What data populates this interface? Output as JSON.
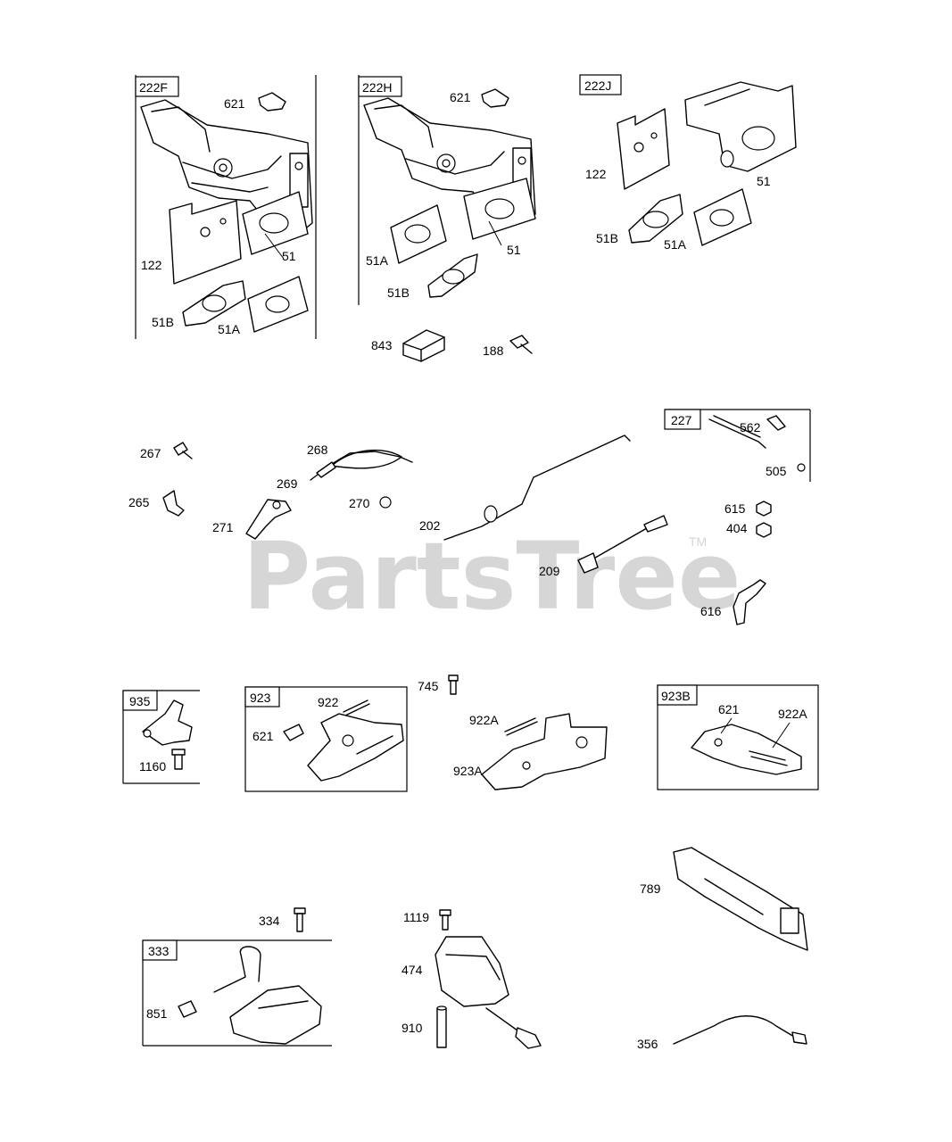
{
  "watermark": {
    "text": "PartsTree",
    "trademark": "TM"
  },
  "groups": {
    "g222f": {
      "tag": "222F"
    },
    "g222h": {
      "tag": "222H"
    },
    "g222j": {
      "tag": "222J"
    },
    "g227": {
      "tag": "227"
    },
    "g935": {
      "tag": "935"
    },
    "g923": {
      "tag": "923"
    },
    "g923b": {
      "tag": "923B"
    },
    "g333": {
      "tag": "333"
    }
  },
  "labels": {
    "l621_f": "621",
    "l122_f": "122",
    "l51_f": "51",
    "l51b_f": "51B",
    "l51a_f": "51A",
    "l621_h": "621",
    "l51a_h": "51A",
    "l51_h": "51",
    "l51b_h": "51B",
    "l122_j": "122",
    "l51_j": "51",
    "l51b_j": "51B",
    "l51a_j": "51A",
    "l843": "843",
    "l188": "188",
    "l267": "267",
    "l268": "268",
    "l269": "269",
    "l265": "265",
    "l270": "270",
    "l271": "271",
    "l202": "202",
    "l209": "209",
    "l562": "562",
    "l505": "505",
    "l615": "615",
    "l404": "404",
    "l616": "616",
    "l1160": "1160",
    "l922": "922",
    "l621_923": "621",
    "l745": "745",
    "l922a": "922A",
    "l923a": "923A",
    "l621_923b": "621",
    "l922a_923b": "922A",
    "l789": "789",
    "l334": "334",
    "l851": "851",
    "l1119": "1119",
    "l474": "474",
    "l910": "910",
    "l356": "356"
  }
}
